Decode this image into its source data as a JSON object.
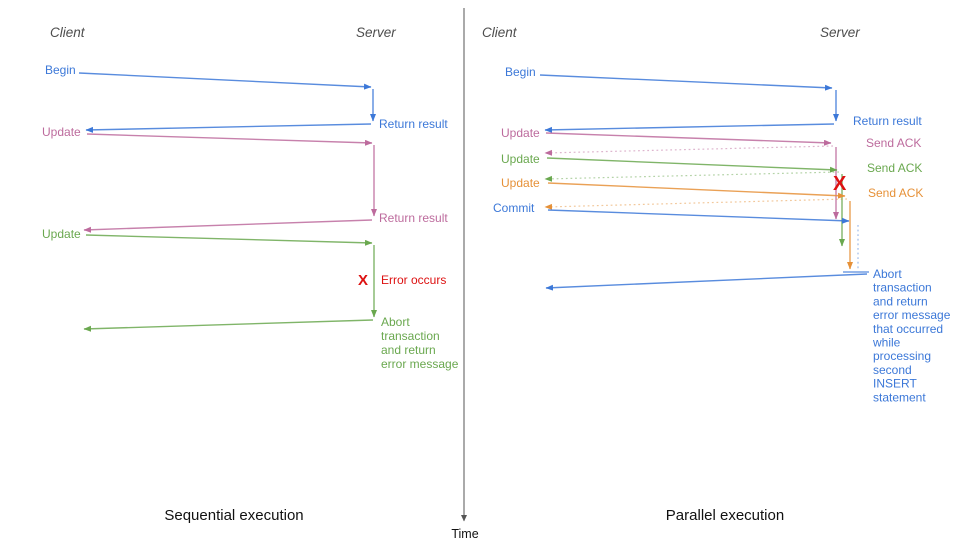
{
  "colors": {
    "blue": "#3c78d8",
    "pink": "#bd6b9d",
    "green": "#6aa84f",
    "orange": "#e69138",
    "red": "#dd1111",
    "axis": "#555555",
    "header": "#4d4d4d",
    "caption": "#111111"
  },
  "left": {
    "client_header": "Client",
    "server_header": "Server",
    "begin_label": "Begin",
    "return_result_1": "Return result",
    "update_1": "Update",
    "return_result_2": "Return result",
    "update_2": "Update",
    "x_mark": "X",
    "error_label": "Error occurs",
    "abort_lines": [
      "Abort",
      "transaction",
      "and return",
      "error message"
    ],
    "caption": "Sequential execution"
  },
  "right": {
    "client_header": "Client",
    "server_header": "Server",
    "begin_label": "Begin",
    "return_result": "Return result",
    "update_1": "Update",
    "send_ack_1": "Send ACK",
    "update_2": "Update",
    "send_ack_2": "Send ACK",
    "update_3": "Update",
    "send_ack_3": "Send ACK",
    "commit_label": "Commit",
    "x_mark": "X",
    "abort_lines": [
      "Abort",
      "transaction",
      "and return",
      "error message",
      "that occurred",
      "while",
      "processing",
      "second",
      "INSERT",
      "statement"
    ],
    "caption": "Parallel execution"
  },
  "time_axis": {
    "label": "Time"
  }
}
